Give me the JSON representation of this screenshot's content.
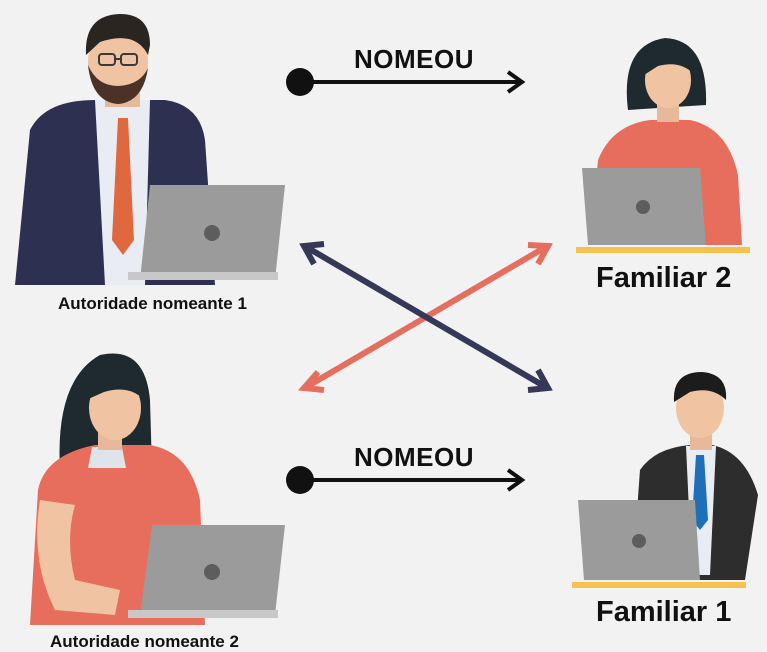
{
  "relation_label_top": "NOMEOU",
  "relation_label_bottom": "NOMEOU",
  "people": {
    "authority_1": "Autoridade nomeante 1",
    "authority_2": "Autoridade nomeante 2",
    "relative_2": "Familiar 2",
    "relative_1": "Familiar 1"
  },
  "colors": {
    "background": "#f2f2f2",
    "cross_arrow_navy": "#363858",
    "cross_arrow_coral": "#e56e5e",
    "desk": "#f6c24e",
    "laptop": "#9b9b9b"
  }
}
